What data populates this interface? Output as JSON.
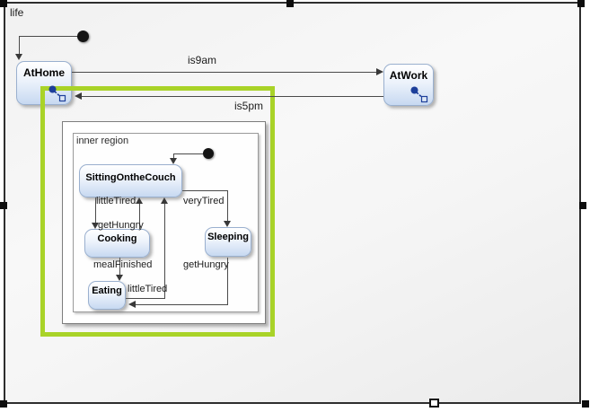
{
  "frame": {
    "title": "life"
  },
  "outer": {
    "states": {
      "at_home": "AtHome",
      "at_work": "AtWork"
    },
    "transitions": {
      "is9am": "is9am",
      "is5pm": "is5pm"
    }
  },
  "inner": {
    "region_label": "inner region",
    "states": {
      "sitting_on_the_couch": "SittingOntheCouch",
      "cooking": "Cooking",
      "sleeping": "Sleeping",
      "eating": "Eating"
    },
    "transitions": {
      "get_hungry_couch_to_cooking": "getHungry",
      "little_tired_cooking_to_couch": "littleTired",
      "very_tired_couch_to_sleeping": "veryTired",
      "meal_finished_cooking_to_eating": "mealFinished",
      "get_hungry_sleeping_to_eating": "getHungry",
      "little_tired_eating_to_couch": "littleTired"
    }
  },
  "colors": {
    "selection_highlight": "#a9d328",
    "state_fill_top": "#ffffff",
    "state_fill_bottom": "#c7d9f1",
    "state_border": "#9ab0cf",
    "submachine_icon": "#1d3f9a",
    "line": "#4a4a4a",
    "frame_border": "#2e2e2e"
  }
}
